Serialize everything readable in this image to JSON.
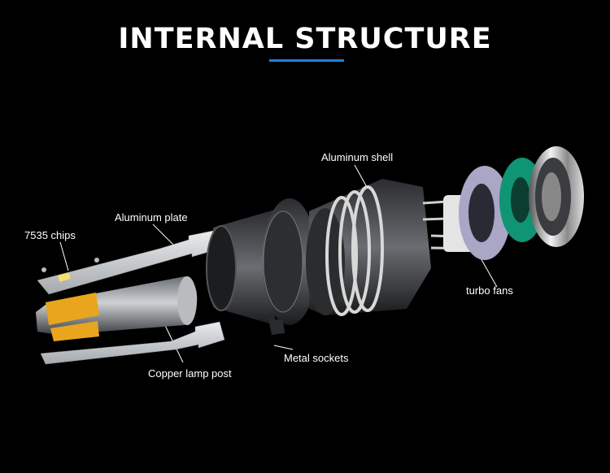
{
  "title": "INTERNAL STRUCTURE",
  "accent_color": "#1f7fe0",
  "labels": {
    "chips": "7535 chips",
    "aluminum_plate": "Aluminum plate",
    "aluminum_shell": "Aluminum shell",
    "turbo_fans": "turbo fans",
    "metal_sockets": "Metal sockets",
    "copper_lamp_post": "Copper lamp post"
  }
}
